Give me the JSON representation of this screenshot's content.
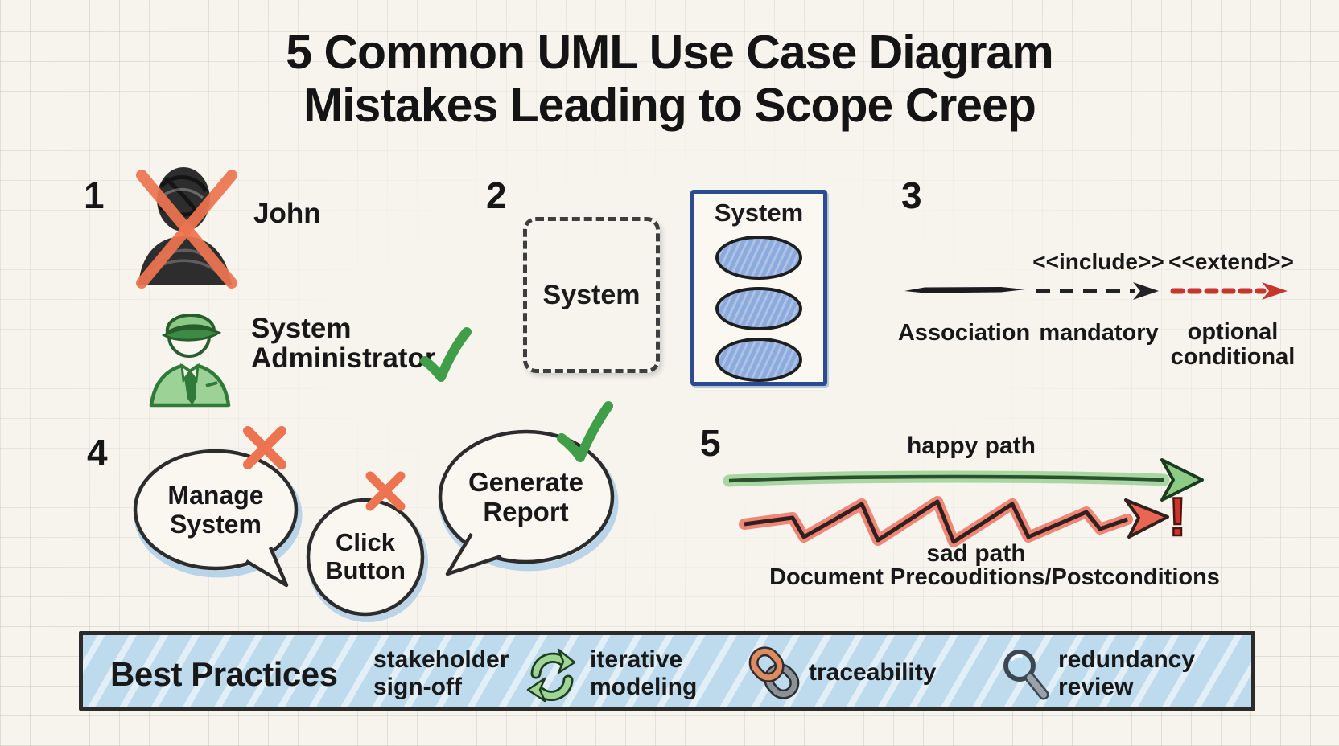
{
  "title": {
    "line1": "5 Common UML Use Case Diagram",
    "line2": "Mistakes Leading to Scope Creep"
  },
  "sections": {
    "actor_naming": {
      "number": "1",
      "wrong_actor_name": "John",
      "correct_actor_line1": "System",
      "correct_actor_line2": "Administrator"
    },
    "system_boundary": {
      "number": "2",
      "dashed_box_label": "System",
      "solid_box_label": "System"
    },
    "relationship_arrows": {
      "number": "3",
      "association": {
        "label": "Association"
      },
      "include": {
        "stereotype": "<<include>>",
        "label": "mandatory"
      },
      "extend": {
        "stereotype": "<<extend>>",
        "label_line1": "optional",
        "label_line2": "conditional"
      }
    },
    "use_case_granularity": {
      "number": "4",
      "bubble1": {
        "line1": "Manage",
        "line2": "System"
      },
      "bubble2": {
        "line1": "Click",
        "line2": "Button"
      },
      "bubble3": {
        "line1": "Generate",
        "line2": "Report"
      }
    },
    "flow_paths": {
      "number": "5",
      "happy_label": "happy path",
      "sad_label": "sad path",
      "exclamation": "!",
      "caption": "Document Precoυditions/Postconditions"
    }
  },
  "best_practices": {
    "title": "Best Practices",
    "items": [
      {
        "line1": "stakeholder",
        "line2": "sign-off"
      },
      {
        "icon": "cycle-arrows-icon",
        "line1": "iterative",
        "line2": "modeling"
      },
      {
        "icon": "chain-link-icon",
        "line1": "traceability"
      },
      {
        "icon": "magnifier-icon",
        "line1": "redundancy",
        "line2": "review"
      }
    ]
  },
  "palette": {
    "paper": "#f6f4ed",
    "ink": "#1b1b1b",
    "wrong_x_orange": "#ed7450",
    "correct_green": "#3f9e47",
    "actor_green_fill": "#9cd296",
    "system_box_blue": "#2b4d8f",
    "usecase_fill_blue": "#8cabdc",
    "extend_red": "#c5372c",
    "happy_path_green": "#8ccc84",
    "sad_path_red": "#ea6552",
    "exclamation_red": "#cf342a",
    "bar_fill_blue": "#bedbee"
  }
}
